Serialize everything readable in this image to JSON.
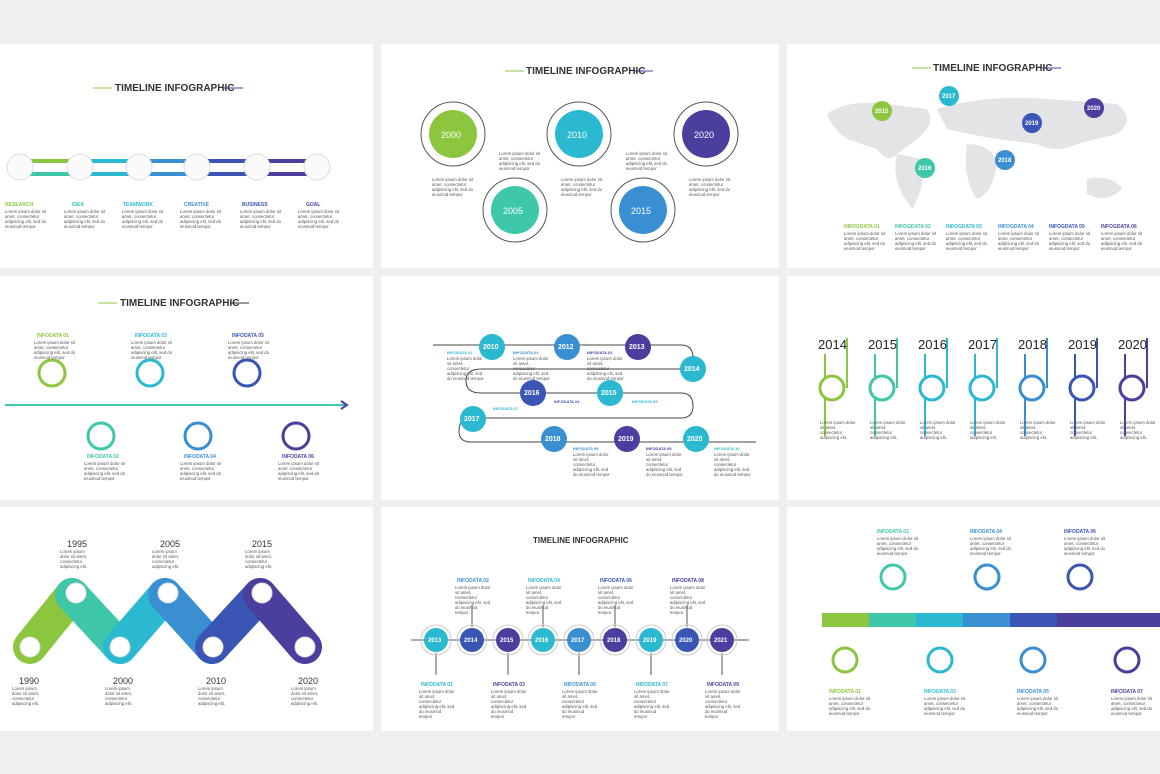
{
  "colors": {
    "c1": "#8cc63f",
    "c2": "#3ec7a9",
    "c3": "#2bb9d1",
    "c4": "#3a8fd3",
    "c5": "#3a55b4",
    "c6": "#4a3f9e"
  },
  "panel1": {
    "title": "TIMELINE INFOGRAPHIC",
    "labels": [
      "RESEARCH",
      "IDEA",
      "TEAMWORK",
      "CREATIVE",
      "BUSINESS",
      "GOAL"
    ],
    "body": "Lorem ipsum dolor sit amet, consectetur adipiscing elit, sed do eiusmod tempor"
  },
  "panel2": {
    "title": "TIMELINE INFOGRAPHIC",
    "years": [
      "2000",
      "2005",
      "2010",
      "2015",
      "2020"
    ],
    "body": "Lorem ipsum dolor sit amet, consectetur adipiscing elit, sed do eiusmod tempor"
  },
  "panel3": {
    "title": "TIMELINE INFOGRAPHIC",
    "pins": [
      "2015",
      "2016",
      "2017",
      "2018",
      "2019",
      "2020"
    ],
    "labels": [
      "INFOGDATA 01",
      "INFOGDATA 02",
      "INFOGDATA 03",
      "INFOGDATA 04",
      "INFOGDATA 05",
      "INFOGDATA 06"
    ],
    "body": "Lorem ipsum dolor sit amet, consectetur adipiscing elit, sed do eiusmod tempor"
  },
  "panel4": {
    "title": "TIMELINE INFOGRAPHIC",
    "labels": [
      "INFODATA 01",
      "INFODATA 02",
      "INFODATA 03",
      "INFODATA 04",
      "INFODATA 05",
      "INFODATA 06"
    ],
    "body": "Lorem ipsum dolor sit amet, consectetur adipiscing elit, sed do eiusmod tempor"
  },
  "panel5": {
    "years": [
      "2010",
      "2012",
      "2013",
      "2014",
      "2016",
      "2015",
      "2017",
      "2018",
      "2019",
      "2020"
    ],
    "labels": [
      "INFODATA 01",
      "INFODATA 02",
      "INFODATA 03",
      "INFODATA 04",
      "INFODATA 05",
      "INFODATA 06",
      "INFODATA 07",
      "INFODATA 08",
      "INFODATA 09",
      "INFODATA 10"
    ],
    "body": "Lorem ipsum dolor sit amet, consectetur adipiscing elit, sed do eiusmod tempor"
  },
  "panel6": {
    "years": [
      "2014",
      "2015",
      "2016",
      "2017",
      "2018",
      "2019",
      "2020"
    ],
    "body": "Lorem ipsum dolor sit amet, consectetur adipiscing elit,"
  },
  "panel7": {
    "years_top": [
      "1995",
      "2005",
      "2015"
    ],
    "years_bottom": [
      "1990",
      "2000",
      "2010",
      "2020"
    ],
    "body": "Lorem ipsum dolor sit amet, consectetur adipiscing elit,"
  },
  "panel8": {
    "title": "TIMELINE INFOGRAPHIC",
    "years": [
      "2013",
      "2014",
      "2015",
      "2016",
      "2017",
      "2018",
      "2019",
      "2020",
      "2021"
    ],
    "labels_top": [
      "INFODATA 02",
      "INFODATA 04",
      "INFODATA 06",
      "INFODATA 08"
    ],
    "labels_bottom": [
      "INFODATA 01",
      "INFODATA 03",
      "INFODATA 05",
      "INFODATA 07",
      "INFODATA 09"
    ],
    "body": "Lorem ipsum dolor sit amet, consectetur adipiscing elit, sed do eiusmod tempor"
  },
  "panel9": {
    "labels_top": [
      "INFODATA 02",
      "INFODATA 04",
      "INFODATA 06"
    ],
    "labels_bottom": [
      "INFODATA 01",
      "INFODATA 03",
      "INFODATA 05",
      "INFODATA 07"
    ],
    "body": "Lorem ipsum dolor sit amet, consectetur adipiscing elit, sed do eiusmod tempor"
  }
}
